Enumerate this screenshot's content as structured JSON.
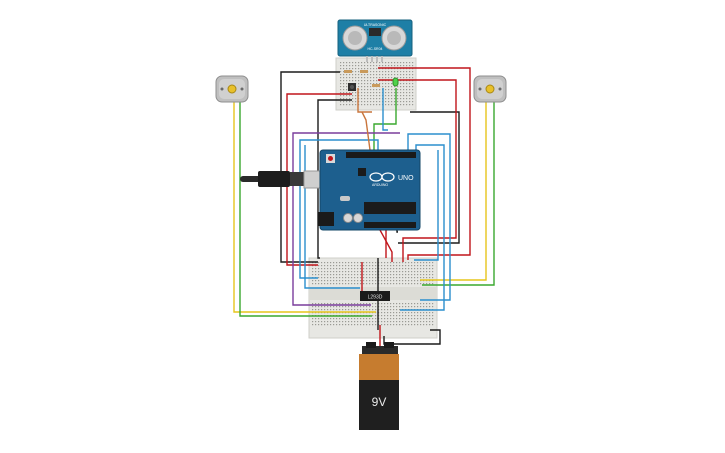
{
  "sensor": {
    "name_text": "HC-SR04",
    "label": "ULTRASONIC"
  },
  "arduino": {
    "brand": "UNO",
    "sub": "ARDUINO"
  },
  "driver": {
    "chip_label": "L293D"
  },
  "battery": {
    "voltage_label": "9V"
  },
  "colors": {
    "wire_red": "#c0151b",
    "wire_black": "#1b1b1b",
    "wire_yellow": "#e6c51c",
    "wire_green": "#3aa82f",
    "wire_blue": "#2b8fce",
    "wire_purple": "#7a3d9c",
    "wire_orange": "#c9753c",
    "board_blue": "#1d5f8e",
    "sensor_blue": "#1e7fa6",
    "battery_orange": "#c67c2f"
  }
}
